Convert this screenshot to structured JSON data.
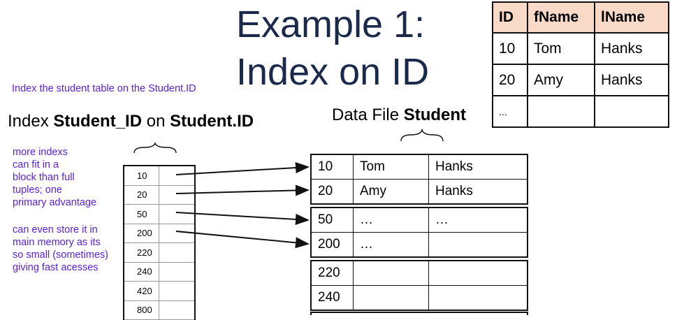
{
  "title": {
    "line1": "Example 1:",
    "line2": "Index on ID"
  },
  "note_top": "Index the student table on the Student.ID",
  "index_heading": {
    "prefix": "Index ",
    "index_name": "Student_ID",
    "middle": " on ",
    "target": "Student.ID"
  },
  "data_heading": {
    "prefix": "Data File ",
    "name": "Student"
  },
  "notes": {
    "note1": [
      "more indexs",
      "can fit in a",
      "block than full",
      "tuples; one",
      "primary advantage"
    ],
    "note2": [
      "can even store it in",
      "main memory as its",
      "so small (sometimes)",
      "giving fast acesses"
    ]
  },
  "sample_table": {
    "headers": [
      "ID",
      "fName",
      "lName"
    ],
    "rows": [
      [
        "10",
        "Tom",
        "Hanks"
      ],
      [
        "20",
        "Amy",
        "Hanks"
      ],
      [
        "...",
        "",
        ""
      ]
    ]
  },
  "index_keys": [
    "10",
    "20",
    "50",
    "200",
    "220",
    "240",
    "420",
    "800"
  ],
  "data_blocks": [
    [
      [
        "10",
        "Tom",
        "Hanks"
      ],
      [
        "20",
        "Amy",
        "Hanks"
      ]
    ],
    [
      [
        "50",
        "…",
        "…"
      ],
      [
        "200",
        "…",
        ""
      ]
    ],
    [
      [
        "220",
        "",
        ""
      ],
      [
        "240",
        "",
        ""
      ]
    ]
  ]
}
